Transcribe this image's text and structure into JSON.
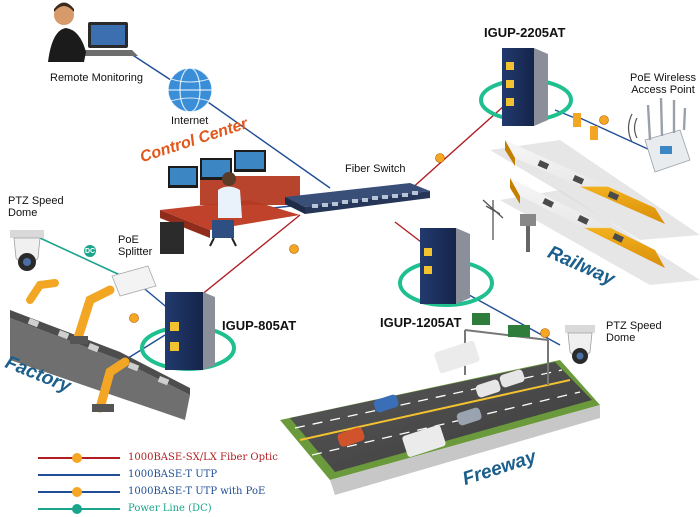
{
  "nodes": {
    "remote": "Remote Monitoring",
    "internet": "Internet",
    "fiber_switch": "Fiber Switch",
    "control_center": "Control Center",
    "igup2205": "IGUP-2205AT",
    "igup805": "IGUP-805AT",
    "igup1205": "IGUP-1205AT",
    "ptz_left": [
      "PTZ Speed",
      "Dome"
    ],
    "ptz_right": [
      "PTZ Speed",
      "Dome"
    ],
    "poe_splitter": [
      "PoE",
      "Splitter"
    ],
    "wireless_ap": [
      "PoE Wireless",
      "Access Point"
    ]
  },
  "regions": {
    "factory": "Factory",
    "railway": "Railway",
    "freeway": "Freeway"
  },
  "dc_badge": "DC",
  "legend": [
    {
      "text": "1000BASE-SX/LX Fiber Optic",
      "color": "#b01e23",
      "dot": "#f5a623",
      "text_color": "#b01e23"
    },
    {
      "text": "1000BASE-T UTP",
      "color": "#1f4e96",
      "dot": "",
      "text_color": "#1f4e96"
    },
    {
      "text": "1000BASE-T UTP with PoE",
      "color": "#1f4e96",
      "dot": "#f5a623",
      "text_color": "#1f4e96"
    },
    {
      "text": "Power Line (DC)",
      "color": "#1aa58c",
      "dot": "#1aa58c",
      "text_color": "#1aa58c"
    }
  ],
  "colors": {
    "fiber": "#b01e23",
    "utp": "#1f4e96",
    "poe_dot": "#f5a623",
    "dc": "#1aa58c",
    "ring": "#1fbf8f",
    "control_center_text": "#e2571c",
    "region_text": "#1c5e8c"
  }
}
